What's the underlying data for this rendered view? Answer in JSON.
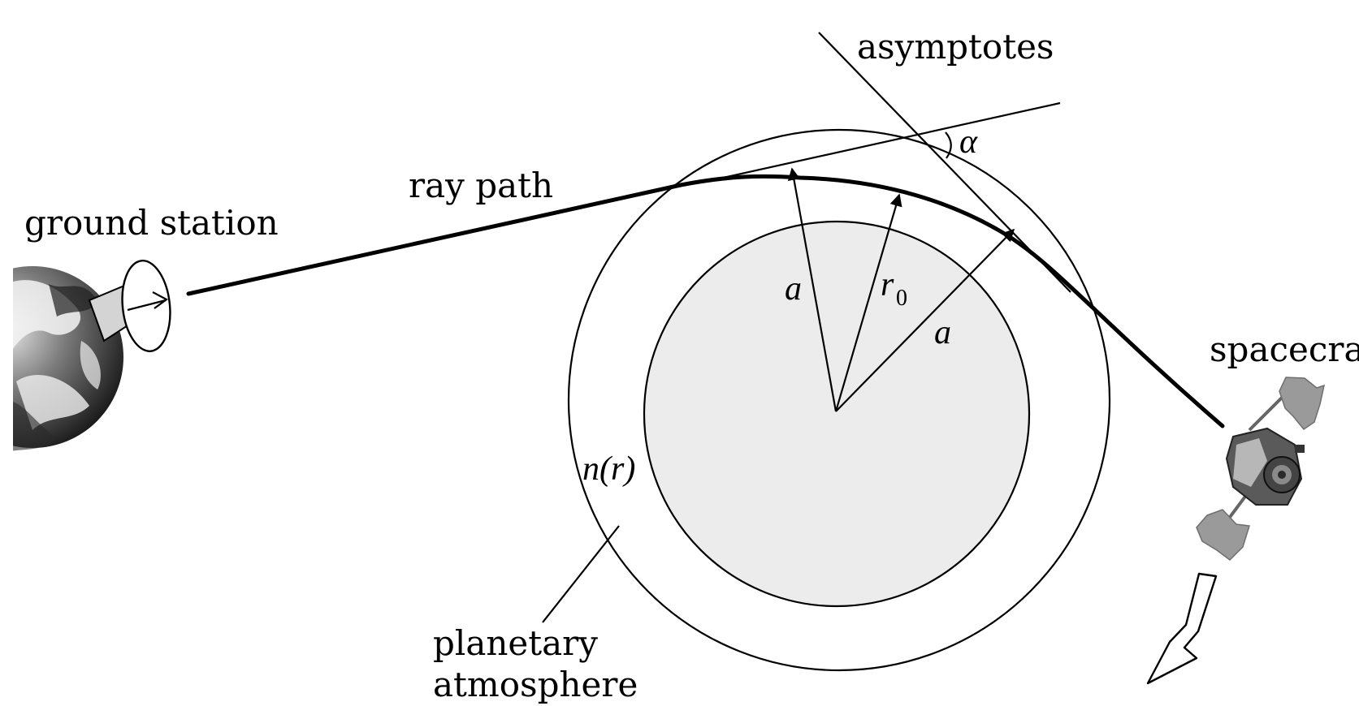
{
  "labels": {
    "ground_station": "ground station",
    "ray_path": "ray path",
    "asymptotes": "asymptotes",
    "alpha": "α",
    "a_left": "a",
    "r0_main": "r",
    "r0_sub": "0",
    "a_right": "a",
    "spacecraft": "spacecraft",
    "n_r": "n(r)",
    "planetary": "planetary",
    "atmosphere": "atmosphere"
  },
  "colors": {
    "planet_fill": "#ececec",
    "line": "#000000",
    "earth_dark": "#1c1c1c",
    "earth_light": "#d8d8d8",
    "panel": "#9a9a9a"
  },
  "icons": {
    "earth": "earth-globe-icon",
    "antenna": "dish-antenna-icon",
    "spacecraft": "satellite-icon",
    "motion": "motion-arrow-icon"
  }
}
